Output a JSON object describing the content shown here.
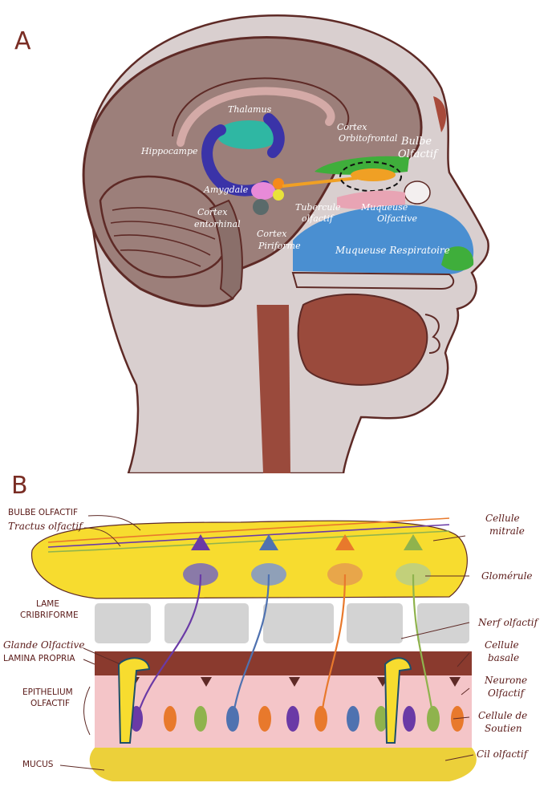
{
  "panel_a": {
    "letter": "A",
    "labels": {
      "thalamus": "Thalamus",
      "hippocampe": "Hippocampe",
      "amygdale": "Amygdale",
      "cortex_entorhinal_1": "Cortex",
      "cortex_entorhinal_2": "entorhinal",
      "cortex_piriforme_1": "Cortex",
      "cortex_piriforme_2": "Piriforme",
      "tubercule_1": "Tubercule",
      "tubercule_2": "olfactif",
      "cortex_orbito_1": "Cortex",
      "cortex_orbito_2": "Orbitofrontal",
      "bulbe_1": "Bulbe",
      "bulbe_2": "Olfactif",
      "muqueuse_olf_1": "Muqueuse",
      "muqueuse_olf_2": "Olfactive",
      "muqueuse_resp": "Muqueuse Respiratoire"
    }
  },
  "panel_b": {
    "letter": "B",
    "labels": {
      "bulbe_olfactif": "BULBE OLFACTIF",
      "tractus_olfactif": "Tractus olfactif",
      "lame_1": "LAME",
      "lame_2": "CRIBRIFORME",
      "glande_olfactive": "Glande Olfactive",
      "lamina_propria": "LAMINA PROPRIA",
      "epithelium_1": "EPITHELIUM",
      "epithelium_2": "OLFACTIF",
      "mucus": "MUCUS",
      "cellule_mitrale_1": "Cellule",
      "cellule_mitrale_2": "mitrale",
      "glomerule": "Glomérule",
      "nerf_olfactif": "Nerf olfactif",
      "cellule_basale_1": "Cellule",
      "cellule_basale_2": "basale",
      "neurone_1": "Neurone",
      "neurone_2": "Olfactif",
      "soutien_1": "Cellule de",
      "soutien_2": "Soutien",
      "cil_olfactif": "Cil olfactif"
    }
  },
  "colors": {
    "skin": "#d9cfcf",
    "brain": "#9c7f7a",
    "outline": "#5e2a26",
    "tongue": "#9a4a3c",
    "thalamus": "#2fb7a3",
    "hippocampus": "#3a33a8",
    "amygdala": "#e88ad8",
    "orbitofrontal": "#3fae3b",
    "bulb": "#f0a024",
    "tubercle": "#f58a1a",
    "piriform": "#e8e23b",
    "resp_mucosa": "#4a8fd1",
    "olf_mucosa": "#e8a4b4",
    "bulb_yellow": "#f7dc2f",
    "lame_grey": "#d3d3d3",
    "lamina_brown": "#8a3a2e",
    "epithelium_pink": "#f4c5c8",
    "mucus_yellow": "#ecd03a",
    "neuron_purple": "#6a3aa6",
    "neuron_blue": "#4f72b0",
    "neuron_orange": "#e8792c",
    "neuron_green": "#8fb34d"
  }
}
